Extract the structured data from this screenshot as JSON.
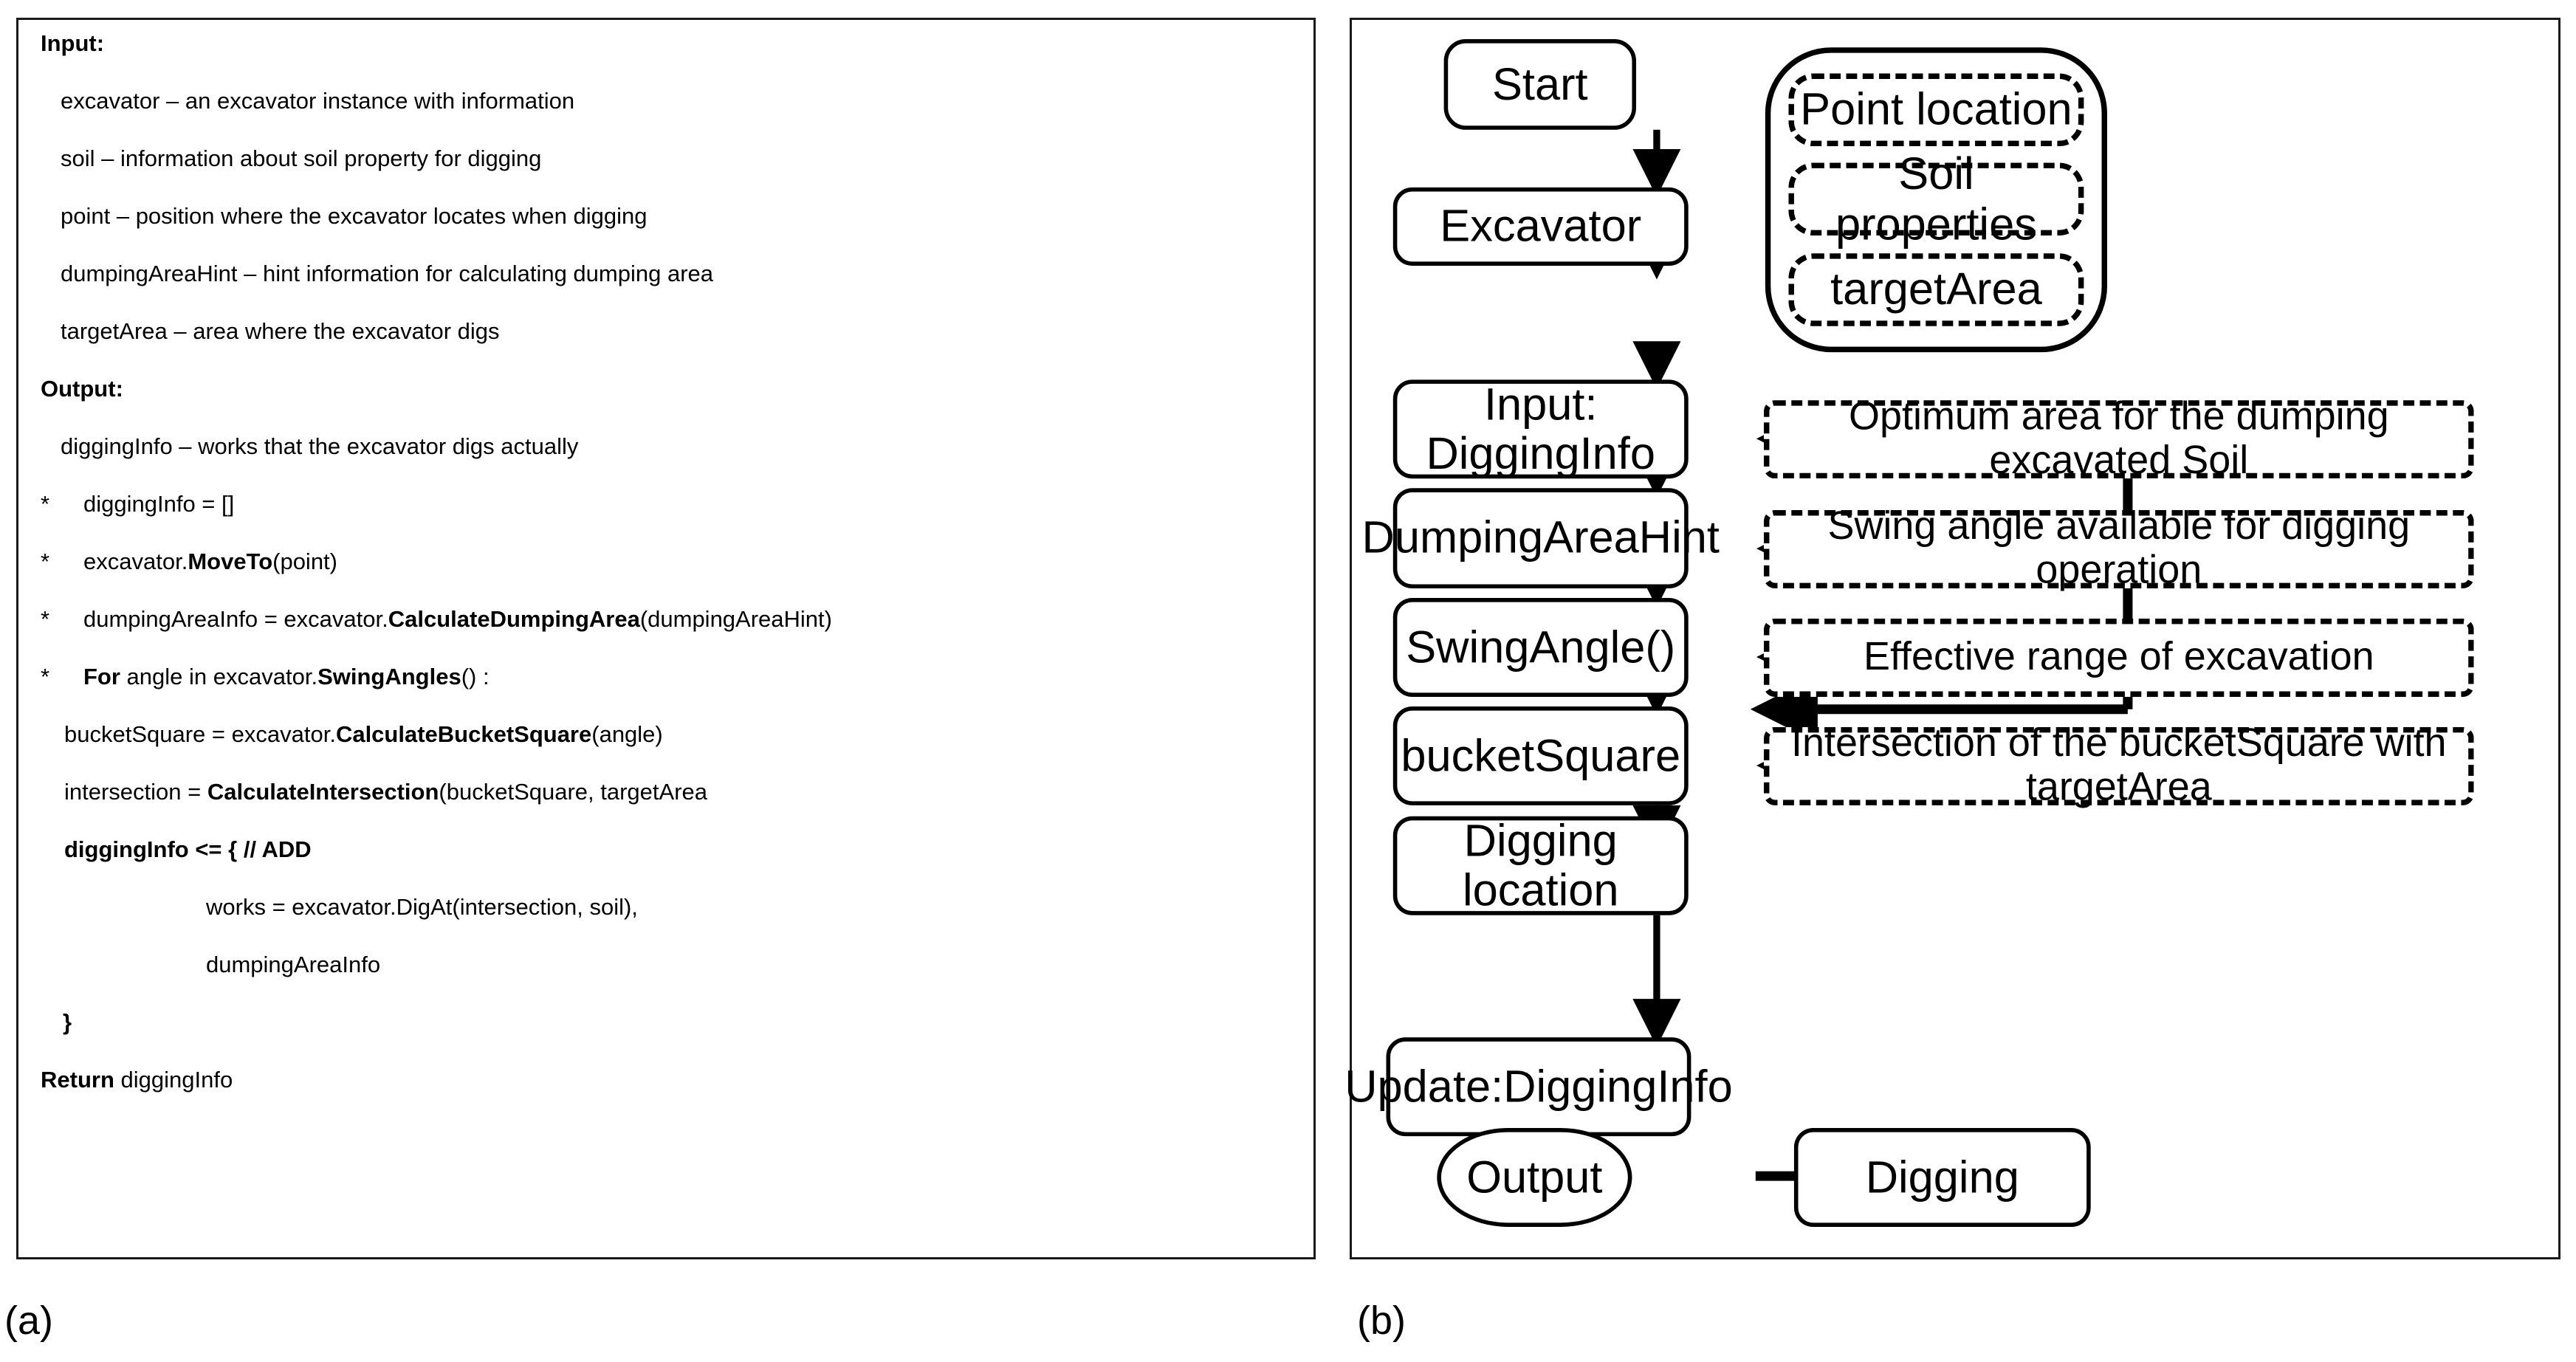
{
  "figure": {
    "label_a": "(a)",
    "label_b": "(b)"
  },
  "panel_a": {
    "name": "pseudocode-algorithm",
    "lines": [
      {
        "id": "input-header",
        "bullet": "",
        "indent": "ind-0",
        "parts": [
          {
            "t": "Input:",
            "b": true
          }
        ]
      },
      {
        "id": "input-excavator",
        "bullet": "",
        "indent": "ind-1",
        "parts": [
          {
            "t": "excavator – an excavator instance with information",
            "b": false
          }
        ]
      },
      {
        "id": "input-soil",
        "bullet": "",
        "indent": "ind-1",
        "parts": [
          {
            "t": "soil – information about soil property for digging",
            "b": false
          }
        ]
      },
      {
        "id": "input-point",
        "bullet": "",
        "indent": "ind-1",
        "parts": [
          {
            "t": "point – position where the excavator locates when digging",
            "b": false
          }
        ]
      },
      {
        "id": "input-dumpingareahint",
        "bullet": "",
        "indent": "ind-1",
        "parts": [
          {
            "t": "dumpingAreaHint – hint information for calculating dumping area",
            "b": false
          }
        ]
      },
      {
        "id": "input-targetarea",
        "bullet": "",
        "indent": "ind-1",
        "parts": [
          {
            "t": "targetArea – area where the excavator digs",
            "b": false
          }
        ]
      },
      {
        "id": "output-header",
        "bullet": "",
        "indent": "ind-0",
        "parts": [
          {
            "t": "Output:",
            "b": true
          }
        ]
      },
      {
        "id": "output-digginginfo",
        "bullet": "",
        "indent": "ind-1",
        "parts": [
          {
            "t": "diggingInfo – works that the excavator digs actually",
            "b": false
          }
        ]
      },
      {
        "id": "step-init",
        "bullet": "*",
        "indent": "ind-bullet",
        "parts": [
          {
            "t": "diggingInfo = []",
            "b": false
          }
        ]
      },
      {
        "id": "step-moveto",
        "bullet": "*",
        "indent": "ind-bullet",
        "parts": [
          {
            "t": "excavator.",
            "b": false
          },
          {
            "t": "MoveTo",
            "b": true
          },
          {
            "t": "(point)",
            "b": false
          }
        ]
      },
      {
        "id": "step-dumpingarea",
        "bullet": "*",
        "indent": "ind-bullet",
        "parts": [
          {
            "t": "dumpingAreaInfo = excavator.",
            "b": false
          },
          {
            "t": "CalculateDumpingArea",
            "b": true
          },
          {
            "t": "(dumpingAreaHint)",
            "b": false
          }
        ]
      },
      {
        "id": "step-for",
        "bullet": "*",
        "indent": "ind-bullet",
        "parts": [
          {
            "t": "For",
            "b": true
          },
          {
            "t": " angle in excavator.",
            "b": false
          },
          {
            "t": "SwingAngles",
            "b": true
          },
          {
            "t": "() :",
            "b": false
          }
        ]
      },
      {
        "id": "step-bucketsquare",
        "bullet": "",
        "indent": "ind-body",
        "parts": [
          {
            "t": "bucketSquare = excavator.",
            "b": false
          },
          {
            "t": "CalculateBucketSquare",
            "b": true
          },
          {
            "t": "(angle)",
            "b": false
          }
        ]
      },
      {
        "id": "step-intersection",
        "bullet": "",
        "indent": "ind-body",
        "parts": [
          {
            "t": "intersection = ",
            "b": false
          },
          {
            "t": "CalculateIntersection",
            "b": true
          },
          {
            "t": "(bucketSquare, targetArea",
            "b": false
          }
        ]
      },
      {
        "id": "step-digginginfo-add",
        "bullet": "",
        "indent": "ind-body",
        "parts": [
          {
            "t": "diggingInfo <= {",
            "b": true
          },
          {
            "t": "          ",
            "b": false
          },
          {
            "t": "// ADD",
            "b": true
          }
        ]
      },
      {
        "id": "step-works",
        "bullet": "",
        "indent": "ind-deep",
        "parts": [
          {
            "t": "works = excavator.DigAt(intersection, soil),",
            "b": false
          }
        ]
      },
      {
        "id": "step-dumpingareainfo",
        "bullet": "",
        "indent": "ind-deep",
        "parts": [
          {
            "t": "dumpingAreaInfo",
            "b": false
          }
        ]
      },
      {
        "id": "step-closebrace",
        "bullet": "",
        "indent": "ind-2",
        "parts": [
          {
            "t": "}",
            "b": true
          }
        ]
      },
      {
        "id": "step-return",
        "bullet": "",
        "indent": "ind-0",
        "parts": [
          {
            "t": "Return",
            "b": true
          },
          {
            "t": " diggingInfo",
            "b": false
          }
        ]
      }
    ]
  },
  "panel_b": {
    "name": "digging-flowchart",
    "nodes": {
      "start": "Start",
      "excavator": "Excavator",
      "input_digginginfo": "Input: DiggingInfo",
      "dumping_area_hint": "DumpingAreaHint",
      "swing_angle": "SwingAngle()",
      "bucket_square": "bucketSquare",
      "digging_location": "Digging location",
      "update_digginginfo": "Update:DiggingInfo",
      "output": "Output",
      "digging": "Digging"
    },
    "input_group": {
      "items": [
        "Point location",
        "Soil properties",
        "targetArea"
      ]
    },
    "callouts": [
      "Optimum area for the dumping excavated Soil",
      "Swing angle available for digging operation",
      "Effective range of excavation",
      "Intersection of the bucketSquare with targetArea"
    ]
  },
  "colors": {
    "stroke": "#000000",
    "panel_border": "#1a1a1a",
    "background": "#ffffff"
  }
}
